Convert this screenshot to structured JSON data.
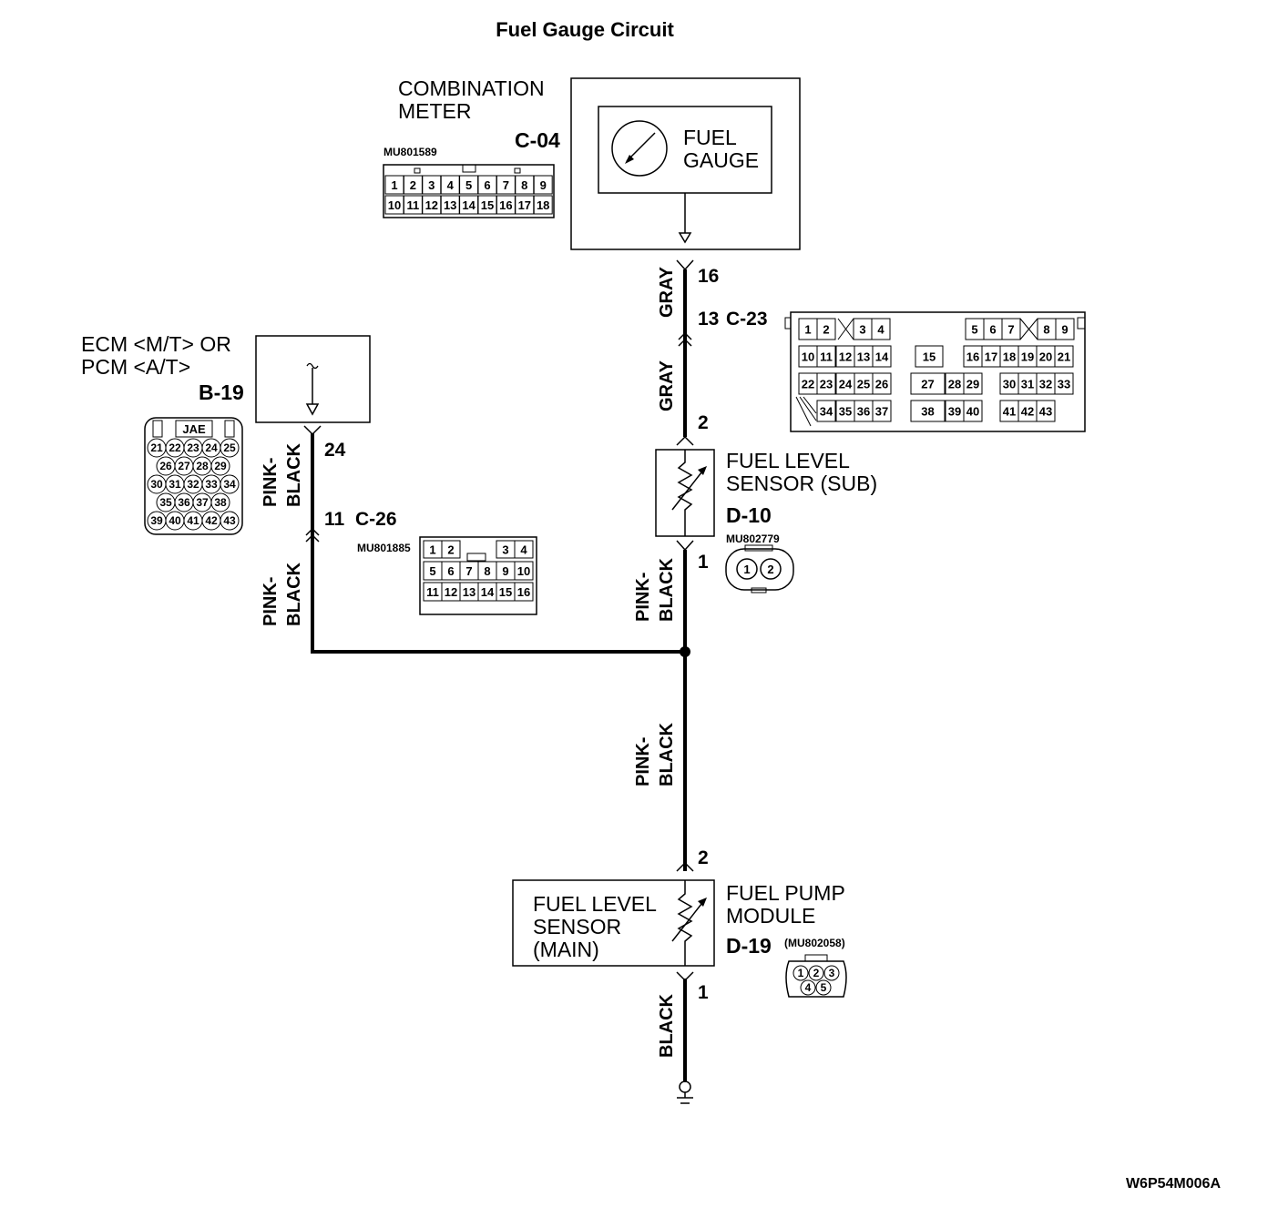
{
  "title": "Fuel Gauge Circuit",
  "reference_code": "W6P54M006A",
  "combination_meter": {
    "name_line1": "COMBINATION",
    "name_line2": "METER",
    "connector": "C-04",
    "part_number": "MU801589",
    "gauge_line1": "FUEL",
    "gauge_line2": "GAUGE",
    "pins_row1": [
      "1",
      "2",
      "3",
      "4",
      "5",
      "6",
      "7",
      "8",
      "9"
    ],
    "pins_row2": [
      "10",
      "11",
      "12",
      "13",
      "14",
      "15",
      "16",
      "17",
      "18"
    ]
  },
  "ecm": {
    "name_line1": "ECM <M/T> OR",
    "name_line2": "PCM <A/T>",
    "connector": "B-19",
    "maker": "JAE",
    "pins_row1": [
      "21",
      "22",
      "23",
      "24",
      "25"
    ],
    "pins_row2": [
      "26",
      "27",
      "28",
      "29"
    ],
    "pins_row3": [
      "30",
      "31",
      "32",
      "33",
      "34"
    ],
    "pins_row4": [
      "35",
      "36",
      "37",
      "38"
    ],
    "pins_row5": [
      "39",
      "40",
      "41",
      "42",
      "43"
    ]
  },
  "joint_c23": {
    "connector": "C-23",
    "pin_meter_side": "16",
    "pin_sensor_side": "13",
    "rows": [
      [
        "1",
        "2",
        "3",
        "4",
        "5",
        "6",
        "7",
        "8",
        "9"
      ],
      [
        "10",
        "11",
        "12",
        "13",
        "14",
        "15",
        "16",
        "17",
        "18",
        "19",
        "20",
        "21"
      ],
      [
        "22",
        "23",
        "24",
        "25",
        "26",
        "27",
        "28",
        "29",
        "30",
        "31",
        "32",
        "33"
      ],
      [
        "34",
        "35",
        "36",
        "37",
        "38",
        "39",
        "40",
        "41",
        "42",
        "43"
      ]
    ]
  },
  "joint_c26": {
    "connector": "C-26",
    "part_number": "MU801885",
    "pin_ecm_side": "24",
    "pin_harness_side": "11",
    "rows": [
      [
        "1",
        "2",
        "3",
        "4"
      ],
      [
        "5",
        "6",
        "7",
        "8",
        "9",
        "10"
      ],
      [
        "11",
        "12",
        "13",
        "14",
        "15",
        "16"
      ]
    ]
  },
  "sub_sensor": {
    "name_line1": "FUEL LEVEL",
    "name_line2": "SENSOR (SUB)",
    "connector": "D-10",
    "part_number": "MU802779",
    "pin_top": "2",
    "pin_bottom": "1",
    "pins": [
      "1",
      "2"
    ]
  },
  "pump_module": {
    "name_line1": "FUEL PUMP",
    "name_line2": "MODULE",
    "connector": "D-19",
    "part_number": "(MU802058)",
    "sensor_line1": "FUEL LEVEL",
    "sensor_line2": "SENSOR",
    "sensor_line3": "(MAIN)",
    "pin_top": "2",
    "pin_bottom": "1",
    "pins_row1": [
      "1",
      "2",
      "3"
    ],
    "pins_row2": [
      "4",
      "5"
    ]
  },
  "wires": {
    "gray": "GRAY",
    "pink_black_line1": "PINK-",
    "pink_black_line2": "BLACK",
    "black": "BLACK"
  }
}
